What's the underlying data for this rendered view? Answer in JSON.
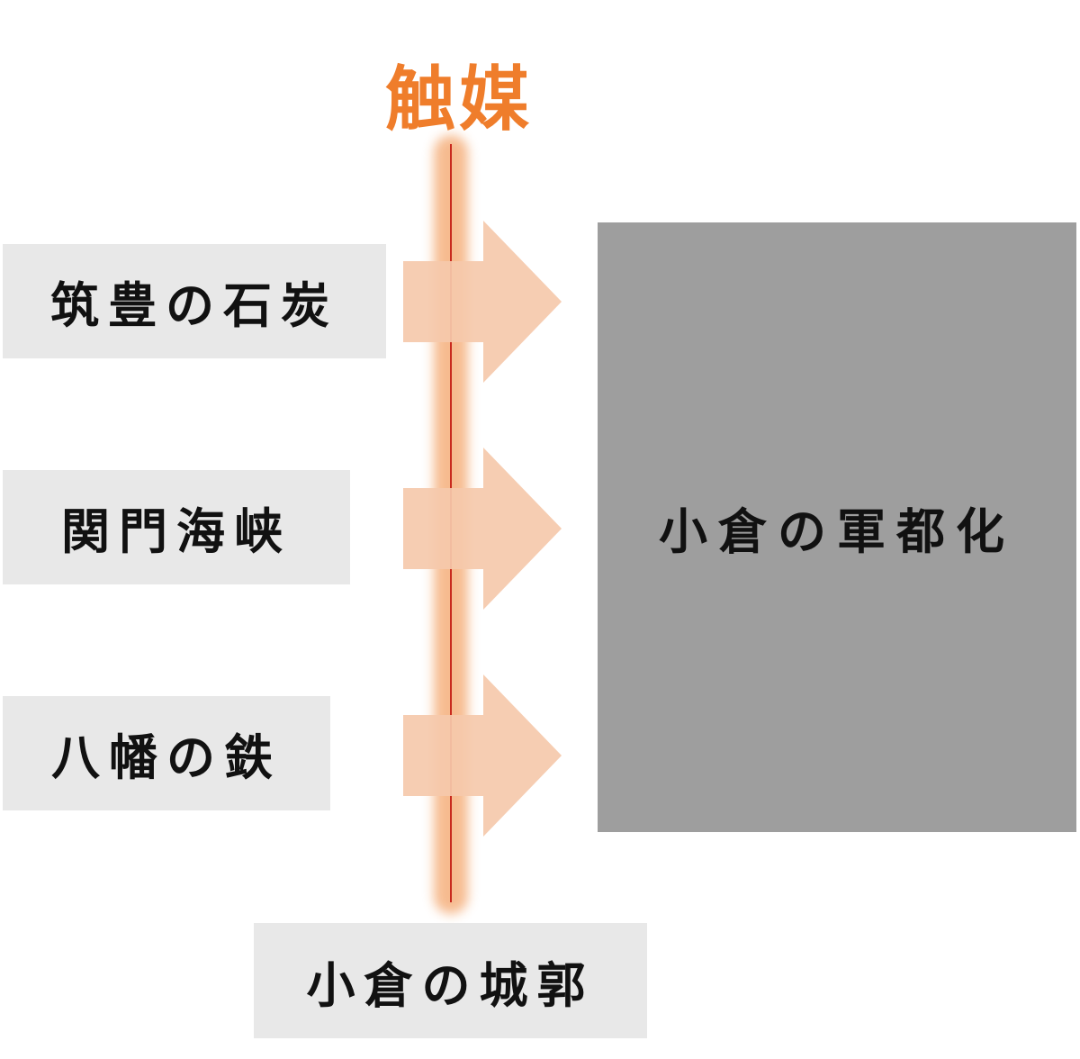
{
  "catalyst": {
    "label": "触媒",
    "color": "#ef7d2b",
    "line_color": "#c92a1e",
    "glow_color": "#f6b88a"
  },
  "inputs": [
    {
      "label": "筑豊の石炭"
    },
    {
      "label": "関門海峡"
    },
    {
      "label": "八幡の鉄"
    }
  ],
  "base": {
    "label": "小倉の城郭"
  },
  "result": {
    "label": "小倉の軍都化",
    "color": "#9e9e9e"
  },
  "arrow_color": "#f5c9ab",
  "box_color": "#e8e8e8"
}
